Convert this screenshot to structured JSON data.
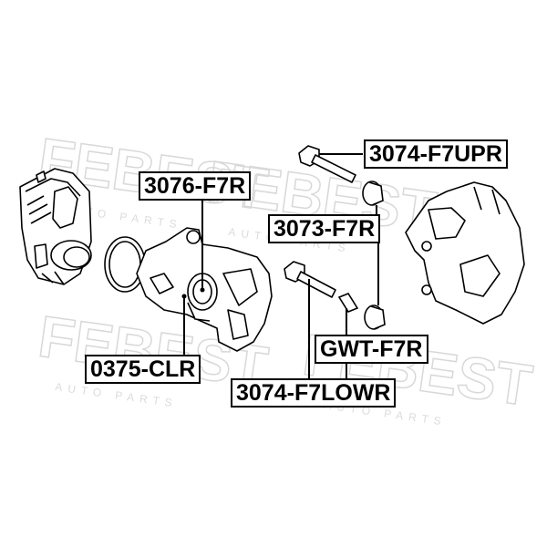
{
  "watermark": "FEBEST",
  "watermark_sub": "AUTO PARTS",
  "labels": {
    "upper_pin": "3074-F7UPR",
    "piston": "3076-F7R",
    "boot": "3073-F7R",
    "guide": "GWT-F7R",
    "oring": "0375-CLR",
    "lower_pin": "3074-F7LOWR"
  },
  "colors": {
    "line": "#000000",
    "watermark": "#d9d9d9",
    "background": "#ffffff"
  }
}
